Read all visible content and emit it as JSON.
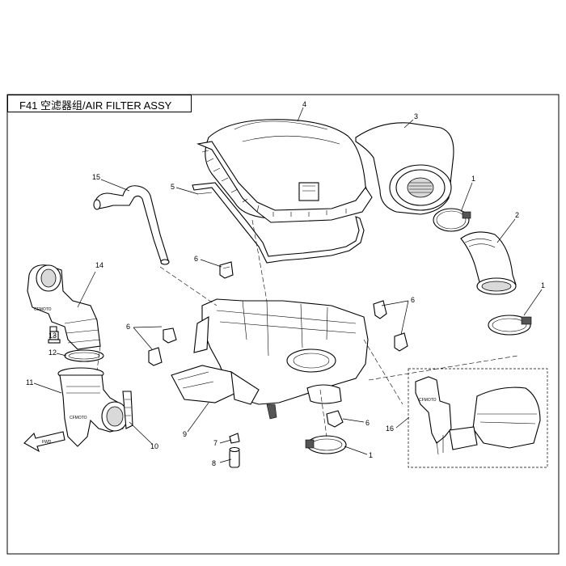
{
  "title": "F41 空滤器组/AIR FILTER ASSY",
  "callouts": {
    "c1a": "1",
    "c1b": "1",
    "c1c": "1",
    "c2": "2",
    "c3": "3",
    "c4": "4",
    "c5": "5",
    "c6a": "6",
    "c6b": "6",
    "c6c": "6",
    "c6d": "6",
    "c7": "7",
    "c8": "8",
    "c9": "9",
    "c10": "10",
    "c11": "11",
    "c12": "12",
    "c13": "13",
    "c14": "14",
    "c15": "15",
    "c16": "16"
  },
  "markings": {
    "brand_14": "CFMOTO",
    "brand_11": "CFMOTO",
    "brand_16": "CFMOTO",
    "arrow_tag": "FWD"
  }
}
